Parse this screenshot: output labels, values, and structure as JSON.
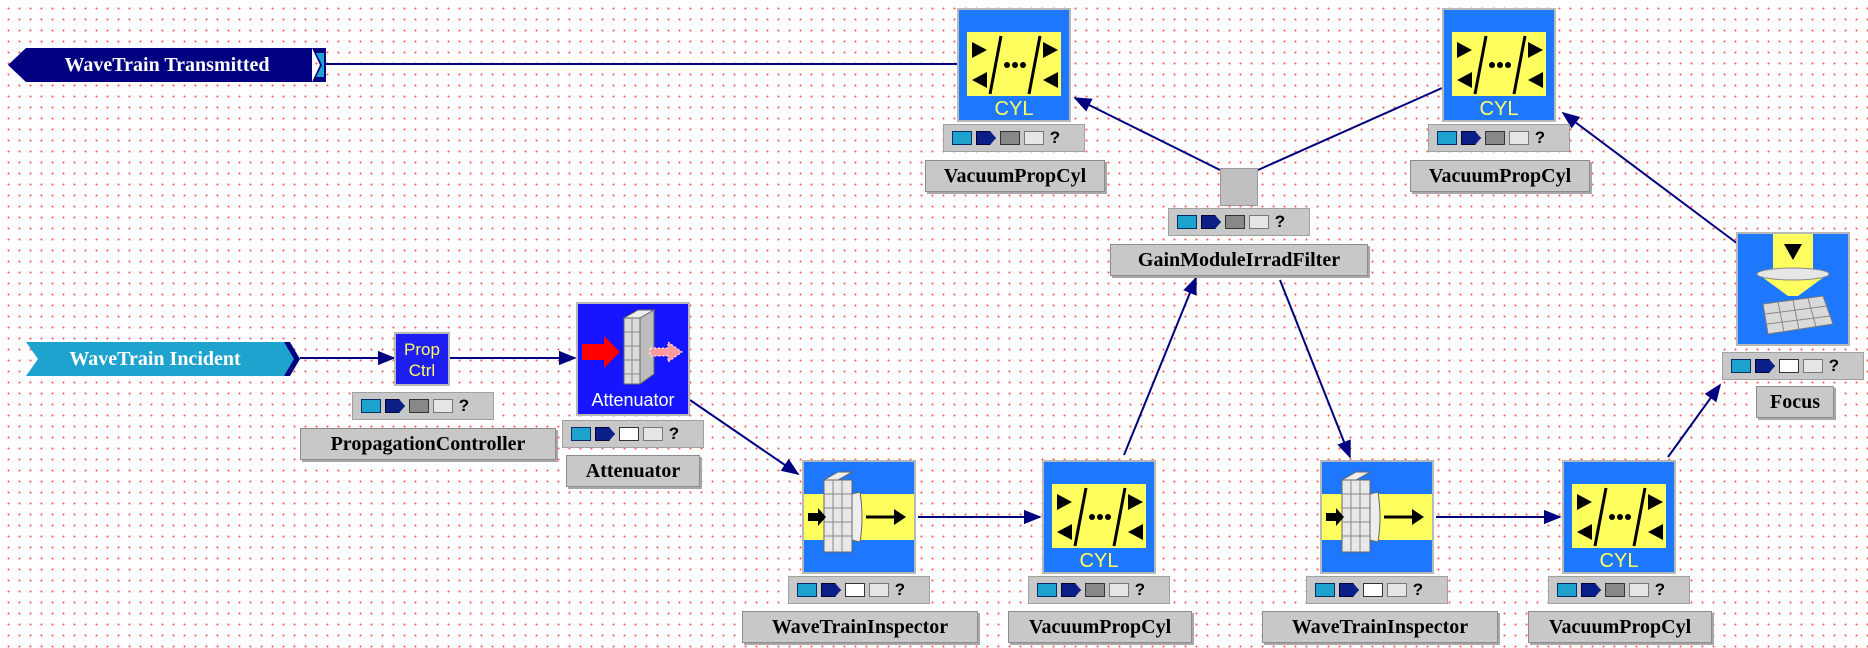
{
  "ports": {
    "out": {
      "label": "WaveTrain  Transmitted"
    },
    "in": {
      "label": "WaveTrain  Incident"
    }
  },
  "blocks": {
    "vpc_top_left": {
      "label": "VacuumPropCyl",
      "icon_text": "CYL"
    },
    "vpc_top_right": {
      "label": "VacuumPropCyl",
      "icon_text": "CYL"
    },
    "gain_filter": {
      "label": "GainModuleIrradFilter"
    },
    "focus": {
      "label": "Focus"
    },
    "prop_ctrl": {
      "label": "PropagationController",
      "icon_line1": "Prop",
      "icon_line2": "Ctrl"
    },
    "attenuator": {
      "label": "Attenuator",
      "icon_text": "Attenuator"
    },
    "wti_1": {
      "label": "WaveTrainInspector"
    },
    "vpc_bottom_1": {
      "label": "VacuumPropCyl",
      "icon_text": "CYL"
    },
    "wti_2": {
      "label": "WaveTrainInspector"
    },
    "vpc_bottom_2": {
      "label": "VacuumPropCyl",
      "icon_text": "CYL"
    }
  },
  "control_bar": {
    "help_symbol": "?"
  },
  "colors": {
    "wire": "#000080",
    "block_blue": "#1e78ff",
    "beam_yellow": "#ffff60",
    "port_out": "#000080",
    "port_in": "#1ea3cf",
    "grid_dot": "#ff5a5a"
  },
  "icons": {
    "vacuum_prop": "propagation-cylinder-icon",
    "wave_inspector": "wavetrain-inspector-icon",
    "attenuator": "attenuator-icon",
    "focus": "focus-lens-icon",
    "gain_filter": "gain-filter-icon",
    "prop_ctrl": "propagation-controller-icon"
  }
}
